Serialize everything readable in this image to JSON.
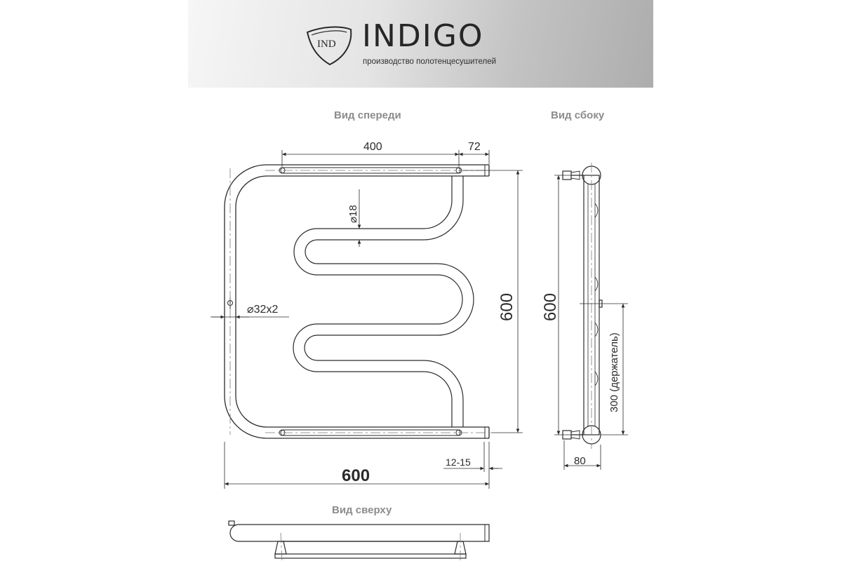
{
  "header": {
    "logo_mark_text": "IND",
    "brand_name": "INDIGO",
    "tagline": "производство полотенцесушителей"
  },
  "views": {
    "front_title": "Вид спереди",
    "side_title": "Вид сбоку",
    "top_title": "Вид сверху"
  },
  "dimensions": {
    "front_width_top": "400",
    "front_offset": "72",
    "tube_small_diameter": "18",
    "tube_main_diameter": "32x2",
    "front_height": "600",
    "wall_gap": "12-15",
    "front_width_total": "600",
    "side_height": "600",
    "holder_spacing": "300 (держатель)",
    "side_depth": "80"
  },
  "colors": {
    "line": "#2b2b2b",
    "title_gray": "#8c8c8c"
  }
}
